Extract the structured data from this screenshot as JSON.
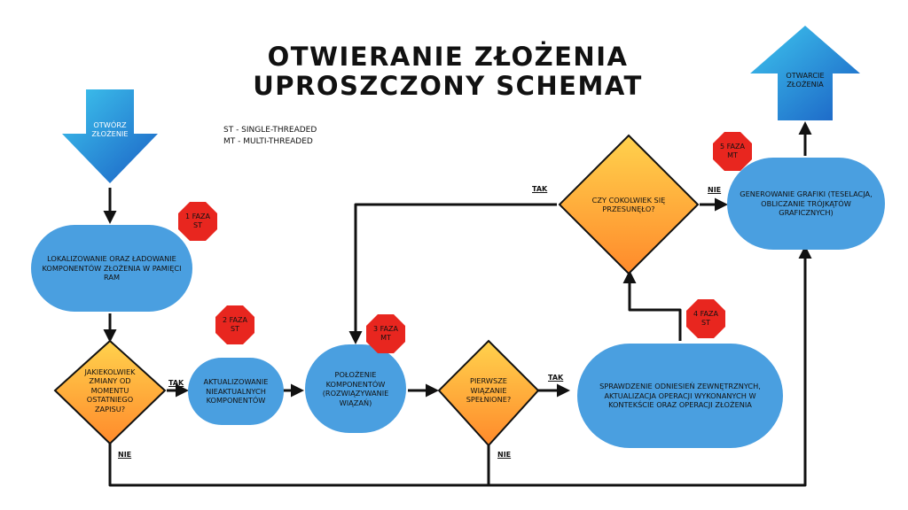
{
  "title": {
    "line1": "OTWIERANIE ZŁOŻENIA",
    "line2": "UPROSZCZONY SCHEMAT"
  },
  "legend": {
    "st": "ST - SINGLE-THREADED",
    "mt": "MT - MULTI-THREADED"
  },
  "nodes": {
    "start": "OTWÓRZ ZŁOŻENIE",
    "end": "OTWARCIE ZŁOŻENIA",
    "load": "LOKALIZOWANIE ORAZ ŁADOWANIE KOMPONENTÓW ZŁOŻENIA W PAMIĘCI RAM",
    "changes": "JAKIEKOLWIEK ZMIANY OD MOMENTU OSTATNIEGO ZAPISU?",
    "update": "AKTUALIZOWANIE NIEAKTUALNYCH KOMPONENTÓW",
    "position": "POŁOŻENIE KOMPONENTÓW (ROZWIĄZYWANIE WIĄZAŃ)",
    "first_bind": "PIERWSZE WIĄZANIE SPEŁNIONE?",
    "check_refs": "SPRAWDZENIE ODNIESIEŃ ZEWNĘTRZNYCH, AKTUALIZACJA OPERACJI WYKONANYCH W KONTEKŚCIE ORAZ OPERACJI ZŁOŻENIA",
    "moved": "CZY COKOLWIEK SIĘ PRZESUNĘŁO?",
    "graphics": "GENEROWANIE GRAFIKI (TESELACJA, OBLICZANIE TRÓJKĄTÓW GRAFICZNYCH)"
  },
  "phases": {
    "p1": {
      "label": "1 FAZA",
      "mode": "ST"
    },
    "p2": {
      "label": "2 FAZA",
      "mode": "ST"
    },
    "p3": {
      "label": "3 FAZA",
      "mode": "MT"
    },
    "p4": {
      "label": "4 FAZA",
      "mode": "ST"
    },
    "p5": {
      "label": "5 FAZA",
      "mode": "MT"
    }
  },
  "branches": {
    "changes_yes": "TAK",
    "changes_no": "NIE",
    "first_yes": "TAK",
    "first_no": "NIE",
    "moved_yes": "TAK",
    "moved_no": "NIE"
  },
  "colors": {
    "rounded": "#4a9fe0",
    "diamond_top": "#ffd24d",
    "diamond_bottom": "#ff8a2b",
    "arrow_top": "#3ec6ee",
    "arrow_bottom": "#1a5fc4",
    "octagon": "#e8261f",
    "line": "#111111"
  },
  "icons": {
    "arrows": "arrowhead-icon",
    "phase": "octagon-stop-icon"
  }
}
